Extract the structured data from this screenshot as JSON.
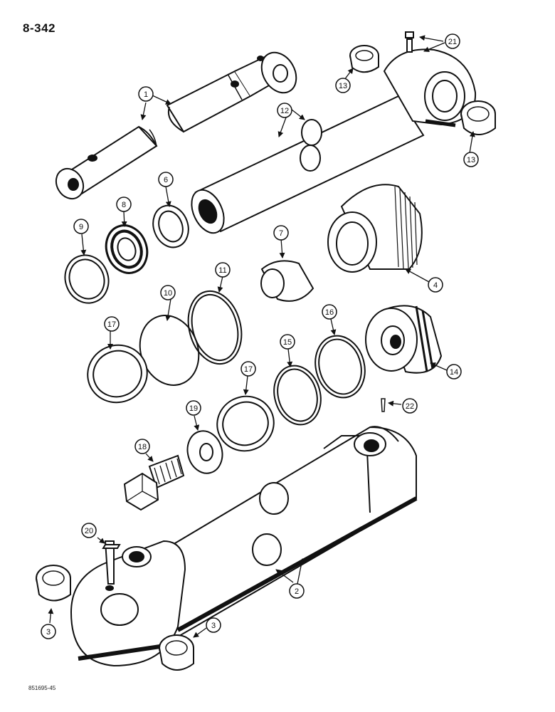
{
  "page": {
    "number": "8-342",
    "figure_code": "851695-45"
  },
  "callouts": [
    {
      "id": "c1",
      "label": "1"
    },
    {
      "id": "c2",
      "label": "2"
    },
    {
      "id": "c3a",
      "label": "3"
    },
    {
      "id": "c3b",
      "label": "3"
    },
    {
      "id": "c4",
      "label": "4"
    },
    {
      "id": "c6",
      "label": "6"
    },
    {
      "id": "c7",
      "label": "7"
    },
    {
      "id": "c8",
      "label": "8"
    },
    {
      "id": "c9",
      "label": "9"
    },
    {
      "id": "c10",
      "label": "10"
    },
    {
      "id": "c11",
      "label": "11"
    },
    {
      "id": "c12",
      "label": "12"
    },
    {
      "id": "c13a",
      "label": "13"
    },
    {
      "id": "c13b",
      "label": "13"
    },
    {
      "id": "c14",
      "label": "14"
    },
    {
      "id": "c15",
      "label": "15"
    },
    {
      "id": "c16",
      "label": "16"
    },
    {
      "id": "c17a",
      "label": "17"
    },
    {
      "id": "c17b",
      "label": "17"
    },
    {
      "id": "c18",
      "label": "18"
    },
    {
      "id": "c19",
      "label": "19"
    },
    {
      "id": "c20",
      "label": "20"
    },
    {
      "id": "c21",
      "label": "21"
    },
    {
      "id": "c22",
      "label": "22"
    }
  ]
}
